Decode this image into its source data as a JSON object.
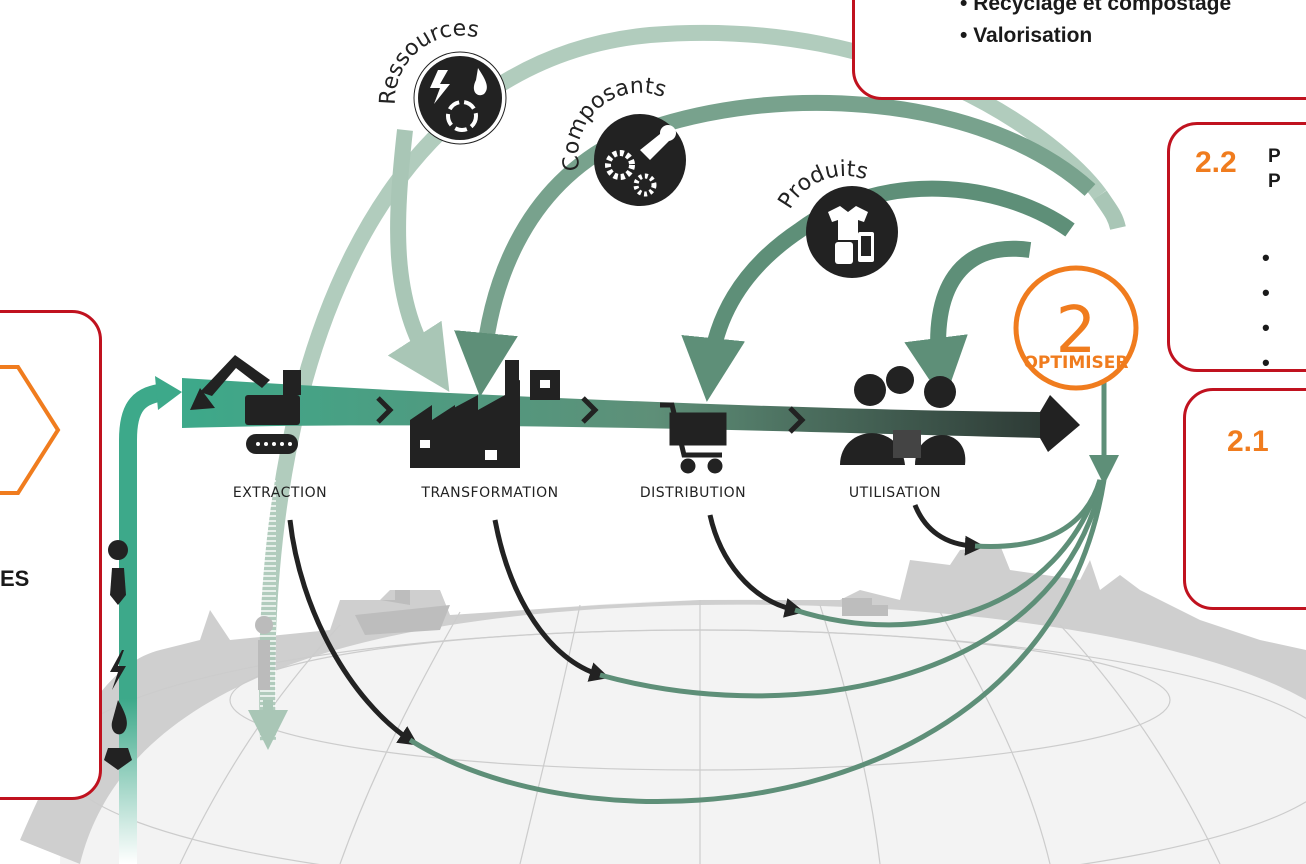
{
  "stages": [
    "EXTRACTION",
    "TRANSFORMATION",
    "DISTRIBUTION",
    "UTILISATION"
  ],
  "loop_labels": {
    "ressources": "Ressources",
    "composants": "Composants",
    "produits": "Produits"
  },
  "optimiser": {
    "number": "2",
    "label": "OPTIMISER"
  },
  "top_box": {
    "bullets": [
      "Recyclage et compostage",
      "Valorisation"
    ]
  },
  "box_22": {
    "number": "2.2",
    "line1": "P",
    "line2": "P"
  },
  "box_21": {
    "number": "2.1"
  },
  "left_box": {
    "partial_text": "ES"
  },
  "colors": {
    "red_border": "#c0121f",
    "orange": "#f07c1e",
    "green_dark": "#5e8f78",
    "green_light": "#a9c6b6",
    "teal": "#3da98a",
    "black": "#222222",
    "globe_gray": "#cfcfcf"
  }
}
